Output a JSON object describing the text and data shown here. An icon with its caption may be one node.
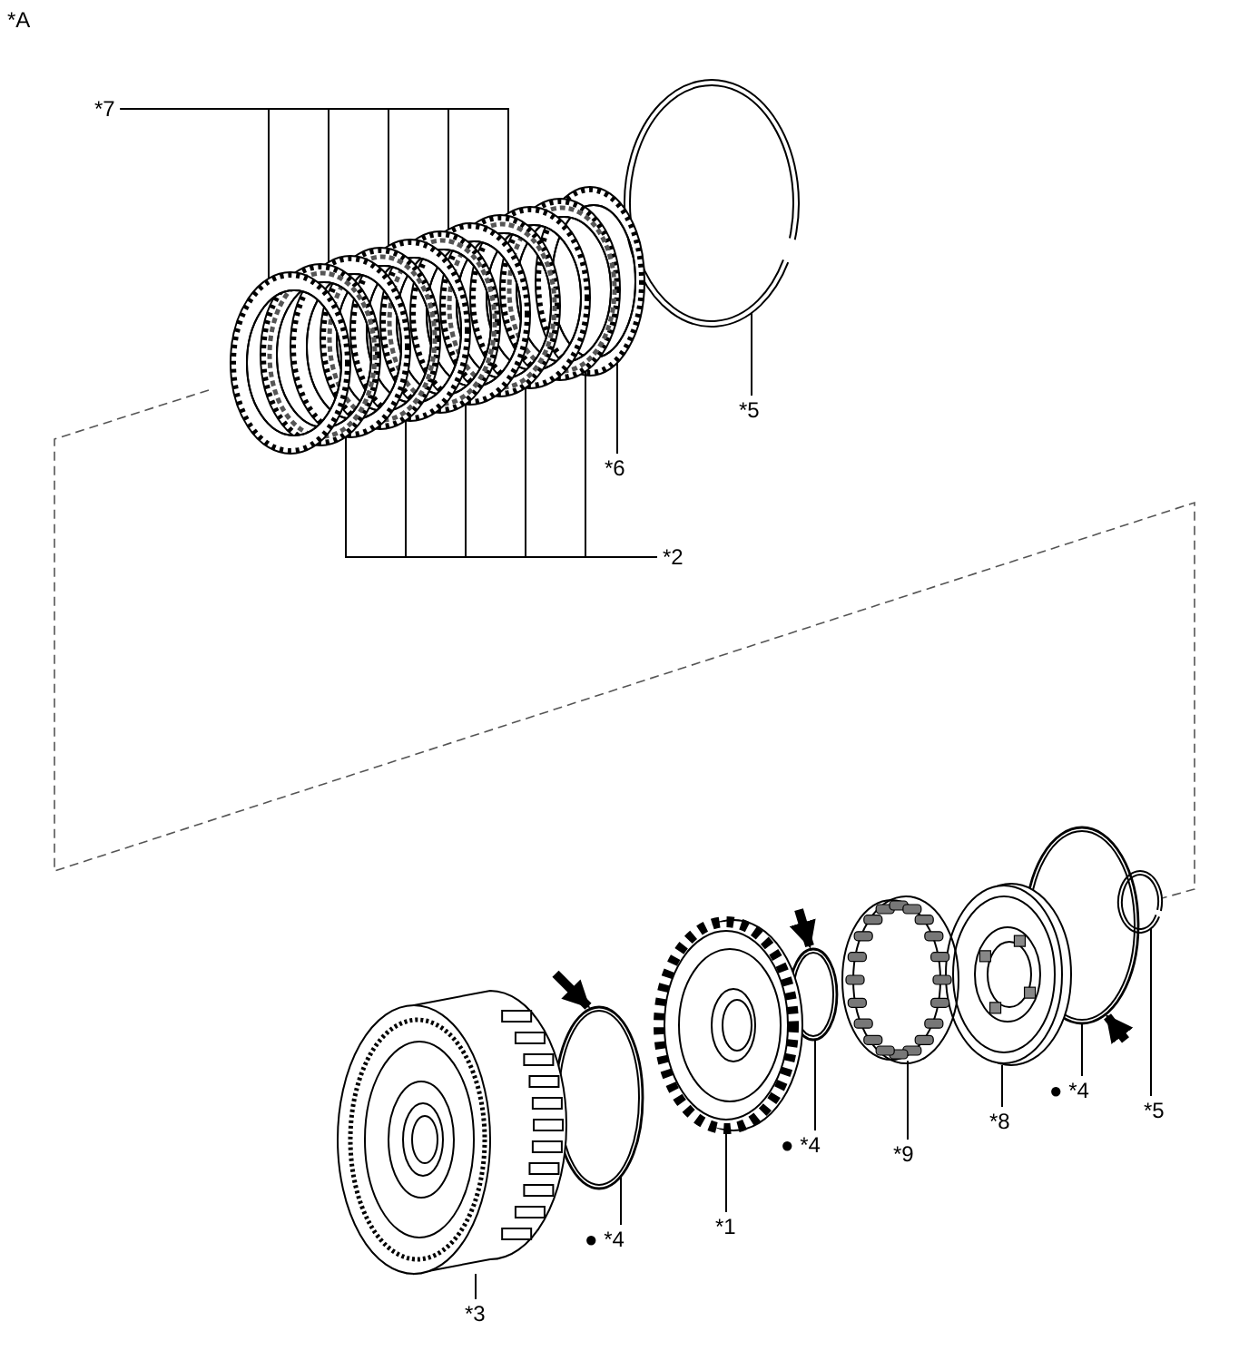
{
  "diagram": {
    "nodes": [
      {
        "text": [
          "*7"
        ]
      },
      {
        "text": [],
        "shape": "picture"
      },
      {
        "text": [],
        "shape": "picture"
      },
      {
        "text": [],
        "shape": "picture"
      },
      {
        "text": [],
        "shape": "picture"
      },
      {
        "text": [],
        "shape": "picture"
      },
      {
        "text": [],
        "shape": "picture"
      },
      {
        "text": [],
        "shape": "picture"
      },
      {
        "text": [],
        "shape": "picture"
      },
      {
        "text": [],
        "shape": "picture"
      },
      {
        "text": [],
        "shape": "picture"
      },
      {
        "text": [],
        "shape": "picture"
      },
      {
        "text": [],
        "shape": "picture"
      },
      {
        "text": [
          "*5"
        ]
      },
      {
        "text": [
          "*6"
        ]
      },
      {
        "text": [
          "*2"
        ]
      },
      {
        "text": [],
        "shape": "picture"
      },
      {
        "text": [],
        "shape": "picture"
      },
      {
        "text": [],
        "shape": "picture"
      },
      {
        "text": [],
        "shape": "picture"
      },
      {
        "text": [],
        "shape": "picture"
      },
      {
        "text": [],
        "shape": "picture"
      },
      {
        "text": [],
        "shape": "picture"
      },
      {
        "text": [],
        "shape": "picture"
      },
      {
        "text": [
          "*5"
        ]
      },
      {
        "text": [
          "● *4"
        ]
      },
      {
        "text": [
          "*8"
        ]
      },
      {
        "text": [
          "*9"
        ]
      },
      {
        "text": [
          "● *4"
        ]
      },
      {
        "text": [
          "*1"
        ]
      },
      {
        "text": [
          "● *4"
        ]
      },
      {
        "text": [
          "*3"
        ]
      }
    ],
    "edges": [
      {
        "from": 0,
        "to": 1,
        "arrow": "none"
      },
      {
        "from": 0,
        "to": 3,
        "arrow": "none"
      },
      {
        "from": 0,
        "to": 5,
        "arrow": "none"
      },
      {
        "from": 0,
        "to": 7,
        "arrow": "none"
      },
      {
        "from": 0,
        "to": 9,
        "arrow": "none"
      },
      {
        "from": 13,
        "to": 12,
        "arrow": "none"
      },
      {
        "from": 14,
        "to": 11,
        "arrow": "none"
      },
      {
        "from": 15,
        "to": 2,
        "arrow": "none"
      },
      {
        "from": 15,
        "to": 4,
        "arrow": "none"
      },
      {
        "from": 15,
        "to": 6,
        "arrow": "none"
      },
      {
        "from": 15,
        "to": 8,
        "arrow": "none"
      },
      {
        "from": 15,
        "to": 10,
        "arrow": "none"
      },
      {
        "from": 24,
        "to": 23,
        "arrow": "none"
      },
      {
        "from": 25,
        "to": 22,
        "arrow": "none"
      },
      {
        "from": 26,
        "to": 21,
        "arrow": "none"
      },
      {
        "from": 27,
        "to": 20,
        "arrow": "none"
      },
      {
        "from": 28,
        "to": 19,
        "arrow": "none"
      },
      {
        "from": 29,
        "to": 18,
        "arrow": "none"
      },
      {
        "from": 30,
        "to": 17,
        "arrow": "none"
      },
      {
        "from": 31,
        "to": 16,
        "arrow": "none"
      },
      {
        "from": null,
        "to": 17,
        "arrow": "to",
        "style": "thick"
      },
      {
        "from": null,
        "to": 19,
        "arrow": "to",
        "style": "thick"
      },
      {
        "from": null,
        "to": 22,
        "arrow": "to",
        "style": "thick"
      }
    ],
    "labels": [
      "*A"
    ]
  }
}
